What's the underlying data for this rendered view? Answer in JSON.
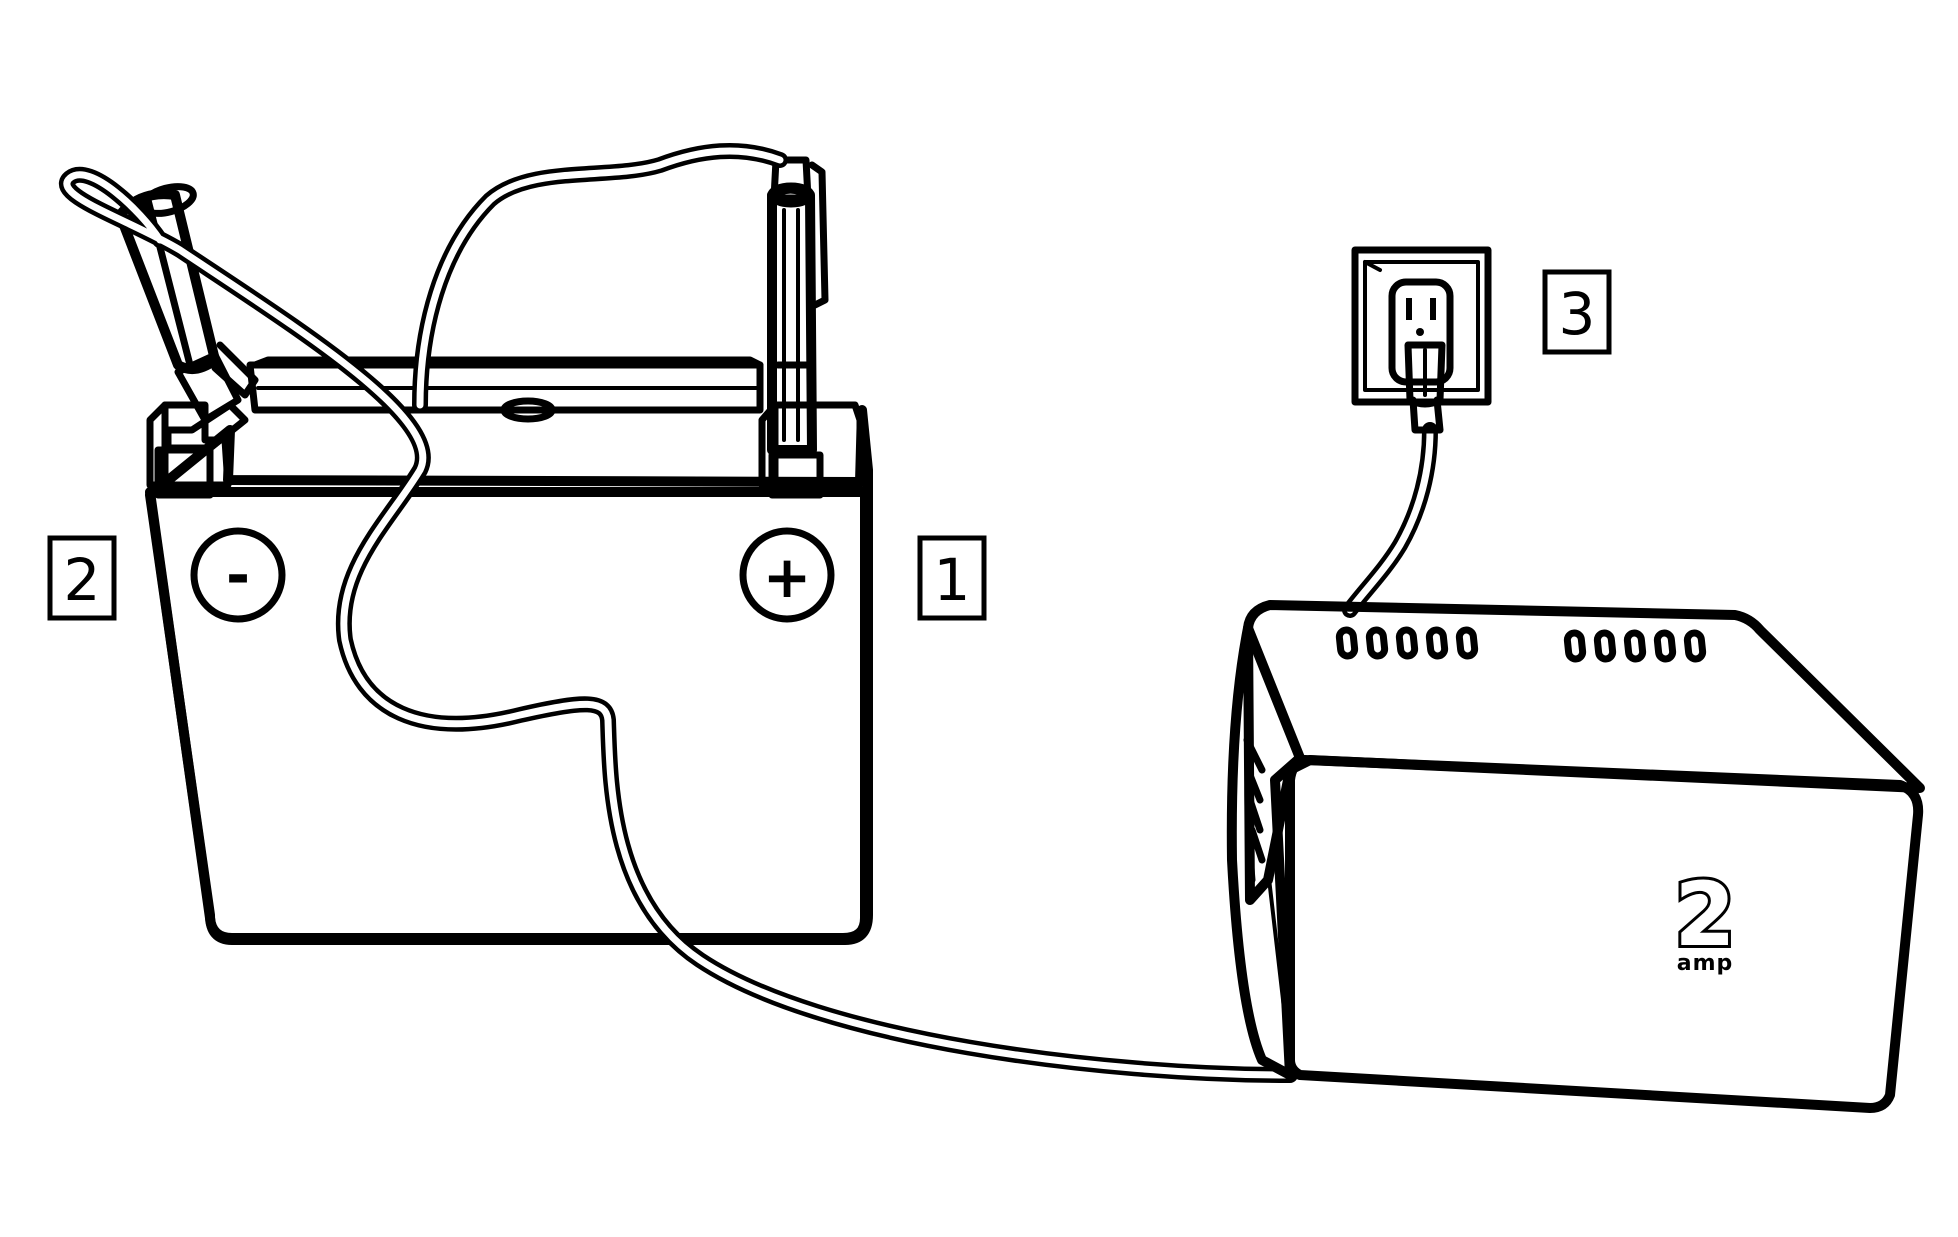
{
  "callouts": {
    "step_1": "1",
    "step_2": "2",
    "step_3": "3"
  },
  "battery": {
    "negative_symbol": "-",
    "positive_symbol": "+"
  },
  "charger": {
    "rating_number": "2",
    "rating_unit": "amp"
  },
  "colors": {
    "ink": "#000000",
    "paper": "#ffffff"
  }
}
